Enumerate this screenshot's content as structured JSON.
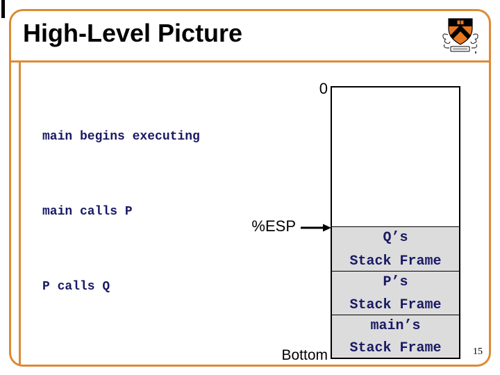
{
  "slide": {
    "title": "High-Level Picture",
    "page_number": "15"
  },
  "bullets": {
    "line1": "main begins executing",
    "line2": "main calls P",
    "line3": "P calls Q"
  },
  "diagram": {
    "zero_label": "0",
    "esp_label": "%ESP",
    "bottom_label": "Bottom",
    "frames": [
      {
        "owner": "Q’s",
        "label": "Stack Frame"
      },
      {
        "owner": "P’s",
        "label": "Stack Frame"
      },
      {
        "owner": "main’s",
        "label": "Stack Frame"
      }
    ]
  },
  "icons": {
    "esp_arrow": "right-arrow",
    "crest": "princeton-shield"
  },
  "colors": {
    "border_orange": "#DC8A35",
    "navy_text": "#191964",
    "frame_gray": "#DCDCDC",
    "shield_orange": "#E87722",
    "title_black": "#000000"
  }
}
